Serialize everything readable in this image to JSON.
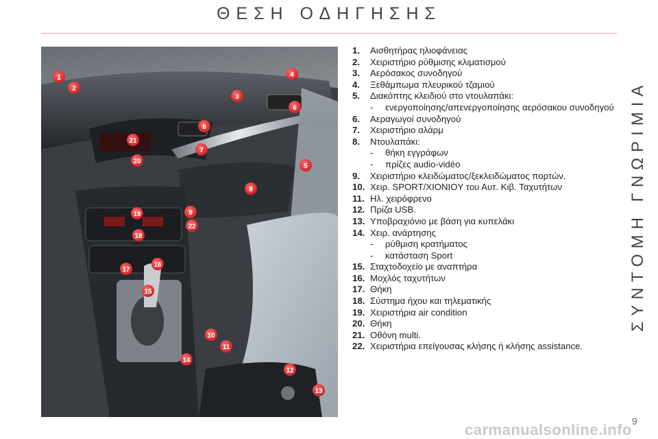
{
  "header": {
    "title": "ΘΕΣΗ ΟΔΗΓΗΣΗΣ"
  },
  "side_title": "ΣΥΝΤΟΜΗ ΓΝΩΡΙΜΙΑ",
  "page_number": "9",
  "watermark": "carmanualsonline.info",
  "colors": {
    "accent": "#e2282c",
    "title_rule": "#e6a3a3",
    "text": "#222222"
  },
  "photo": {
    "markers": [
      "1",
      "2",
      "3",
      "4",
      "6",
      "6",
      "7",
      "21",
      "20",
      "5",
      "8",
      "19",
      "9",
      "22",
      "18",
      "17",
      "16",
      "15",
      "10",
      "11",
      "14",
      "12",
      "13"
    ]
  },
  "legend": [
    {
      "num": "1.",
      "text": "Αισθητήρας ηλιοφάνειας"
    },
    {
      "num": "2.",
      "text": "Χειριστήριο ρύθμισης κλιματισμού"
    },
    {
      "num": "3.",
      "text": "Αερόσακος συνοδηγού"
    },
    {
      "num": "4.",
      "text": "Ξεθάμπωμα πλευρικού τζαμιού"
    },
    {
      "num": "5.",
      "text": "Διακόπτης κλειδιού στο ντουλαπάκι:",
      "subs": [
        "ενεργοποίησης/απενεργοποίησης αερόσακου συνοδηγού"
      ]
    },
    {
      "num": "6.",
      "text": "Αεραγωγοί συνοδηγού"
    },
    {
      "num": "7.",
      "text": "Χειριστήριο αλάρμ"
    },
    {
      "num": "8.",
      "text": "Ντουλαπάκι:",
      "subs": [
        "θήκη εγγράφων",
        "πρίζες audio-vidéo"
      ]
    },
    {
      "num": "9.",
      "text": "Χειριστήριο κλειδώματος/ξεκλειδώματος πορτών."
    },
    {
      "num": "10.",
      "text": "Χειρ. SPORT/XIONIOY του Αυτ. Κιβ. Ταχυτήτων"
    },
    {
      "num": "11.",
      "text": "Ηλ. χειρόφρενο"
    },
    {
      "num": "12.",
      "text": "Πρίζα USB."
    },
    {
      "num": "13.",
      "text": "Υποβραχιόνιο με βάση για κυπελάκι"
    },
    {
      "num": "14.",
      "text": "Χειρ. ανάρτησης",
      "subs": [
        "ρύθμιση κρατήματος",
        "κατάσταση Sport"
      ]
    },
    {
      "num": "15.",
      "text": "Σταχτοδοχείο με αναπτήρα"
    },
    {
      "num": "16.",
      "text": "Μοχλός ταχυτήτων"
    },
    {
      "num": "17.",
      "text": "Θήκη"
    },
    {
      "num": "18.",
      "text": "Σύστημα ήχου και τηλεματικής"
    },
    {
      "num": "19.",
      "text": "Χειριστήρια air condition"
    },
    {
      "num": "20.",
      "text": "Θήκη"
    },
    {
      "num": "21.",
      "text": "Οθόνη multi."
    },
    {
      "num": "22.",
      "text": "Χειριστήρια επείγουσας κλήσης ή κλήσης assistance."
    }
  ]
}
